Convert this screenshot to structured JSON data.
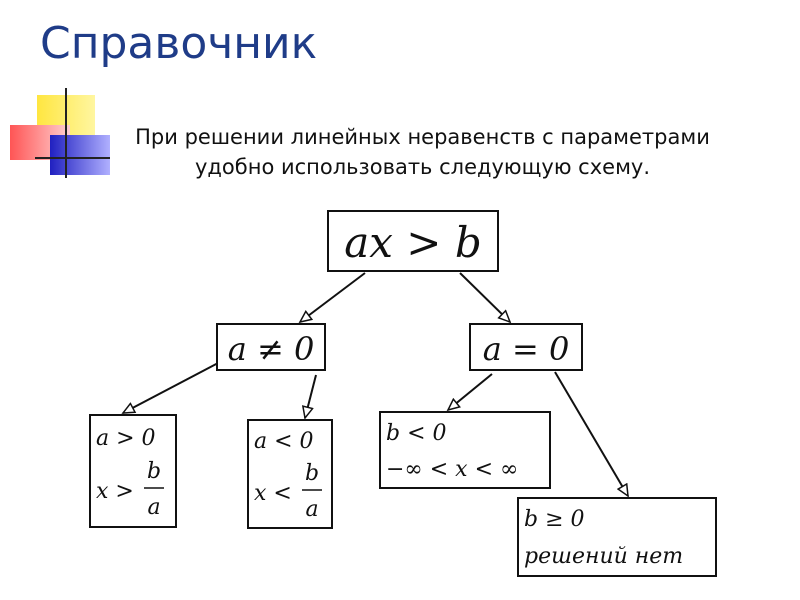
{
  "title": "Справочник",
  "subtitle_line1": "При решении линейных неравенств с параметрами",
  "subtitle_line2": "удобно использовать следующую схему.",
  "nodes": {
    "root": "ax > b",
    "a_ne_0": "a ≠ 0",
    "a_eq_0": "a = 0",
    "a_gt_0_cond": "a > 0",
    "a_gt_0_sol_lhs": "x >",
    "a_gt_0_sol_num": "b",
    "a_gt_0_sol_den": "a",
    "a_lt_0_cond": "a < 0",
    "a_lt_0_sol_lhs": "x <",
    "a_lt_0_sol_num": "b",
    "a_lt_0_sol_den": "a",
    "b_lt_0_cond": "b < 0",
    "b_lt_0_sol": "−∞ < x < ∞",
    "b_ge_0_cond": "b ≥ 0",
    "b_ge_0_sol": "решений нет"
  },
  "colors": {
    "title": "#1f3c88",
    "deco_yellow": "#ffd700",
    "deco_red": "#ff4040",
    "deco_blue": "#2a2ad0"
  }
}
